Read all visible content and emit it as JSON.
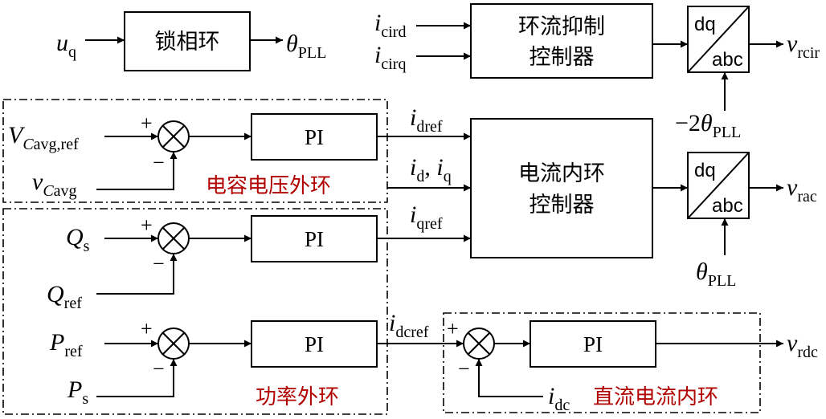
{
  "blocks": {
    "pll": "锁相环",
    "circ_ctrl_1": "环流抑制",
    "circ_ctrl_2": "控制器",
    "curr_ctrl_1": "电流内环",
    "curr_ctrl_2": "控制器",
    "pi": "PI"
  },
  "transform": {
    "top": "dq",
    "bottom": "abc"
  },
  "groups": {
    "voltage_outer": "电容电压外环",
    "power_outer": "功率外环",
    "dc_inner": "直流电流内环"
  },
  "signals": {
    "u": "u",
    "u_sub": "q",
    "theta": "θ",
    "pll_sub": "PLL",
    "i": "i",
    "v": "v",
    "V": "V",
    "Q": "Q",
    "P": "P",
    "cird": "cird",
    "cirq": "cirq",
    "rcir": "rcir",
    "rac": "rac",
    "rdc": "rdc",
    "dref": "dref",
    "qref": "qref",
    "dcref": "dcref",
    "dc": "dc",
    "d": "d",
    "q": "q",
    "comma": ", ",
    "neg2": "−2",
    "Cavg_C": "C",
    "Cavg_avg": "avg",
    "Cavg_ref": "avg,ref",
    "s": "s",
    "ref": "ref"
  },
  "signs": {
    "plus": "+",
    "minus": "−"
  }
}
